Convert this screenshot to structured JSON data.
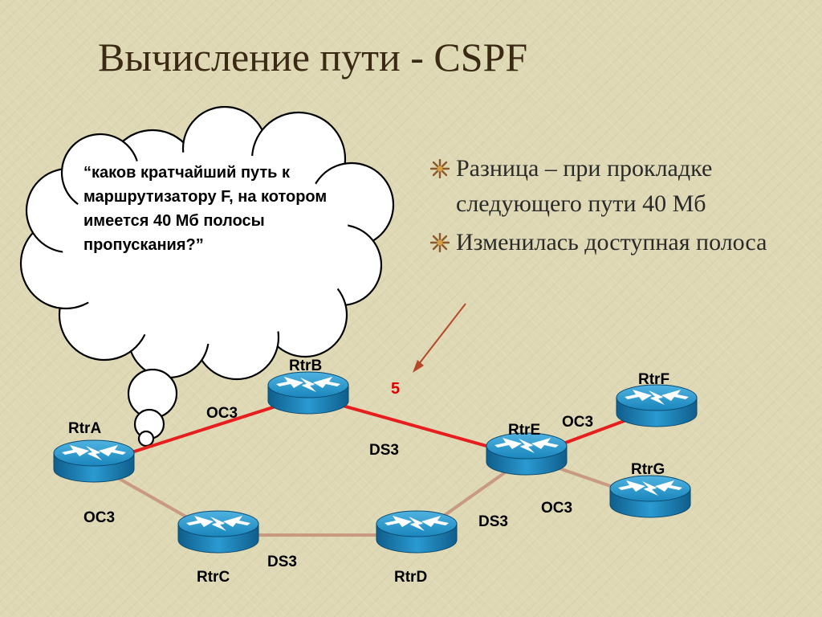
{
  "slide": {
    "title": "Вычисление пути - CSPF",
    "bullets": [
      "Разница – при прокладке следующего пути 40 Мб",
      "Изменилась доступная полоса"
    ],
    "thought": "“каков кратчайший путь к маршрутизатору F, на котором имеется 40 Мб полосы пропускания?”"
  },
  "colors": {
    "selected_path": "#e61e1e",
    "other_link": "#c89a82",
    "router": "#1f8fc4",
    "arrow": "#b5472a"
  },
  "network": {
    "routers": [
      {
        "id": "A",
        "label": "RtrA"
      },
      {
        "id": "B",
        "label": "RtrB"
      },
      {
        "id": "C",
        "label": "RtrC"
      },
      {
        "id": "D",
        "label": "RtrD"
      },
      {
        "id": "E",
        "label": "RtrE"
      },
      {
        "id": "F",
        "label": "RtrF"
      },
      {
        "id": "G",
        "label": "RtrG"
      }
    ],
    "links": [
      {
        "from": "A",
        "to": "B",
        "label": "OC3",
        "selected": true
      },
      {
        "from": "B",
        "to": "E",
        "label": "DS3",
        "selected": true
      },
      {
        "from": "E",
        "to": "F",
        "label": "OC3",
        "selected": true
      },
      {
        "from": "A",
        "to": "C",
        "label": "OC3",
        "selected": false
      },
      {
        "from": "C",
        "to": "D",
        "label": "DS3",
        "selected": false
      },
      {
        "from": "D",
        "to": "E",
        "label": "DS3",
        "selected": false
      },
      {
        "from": "E",
        "to": "G",
        "label": "OC3",
        "selected": false
      }
    ],
    "annotation": "5"
  }
}
